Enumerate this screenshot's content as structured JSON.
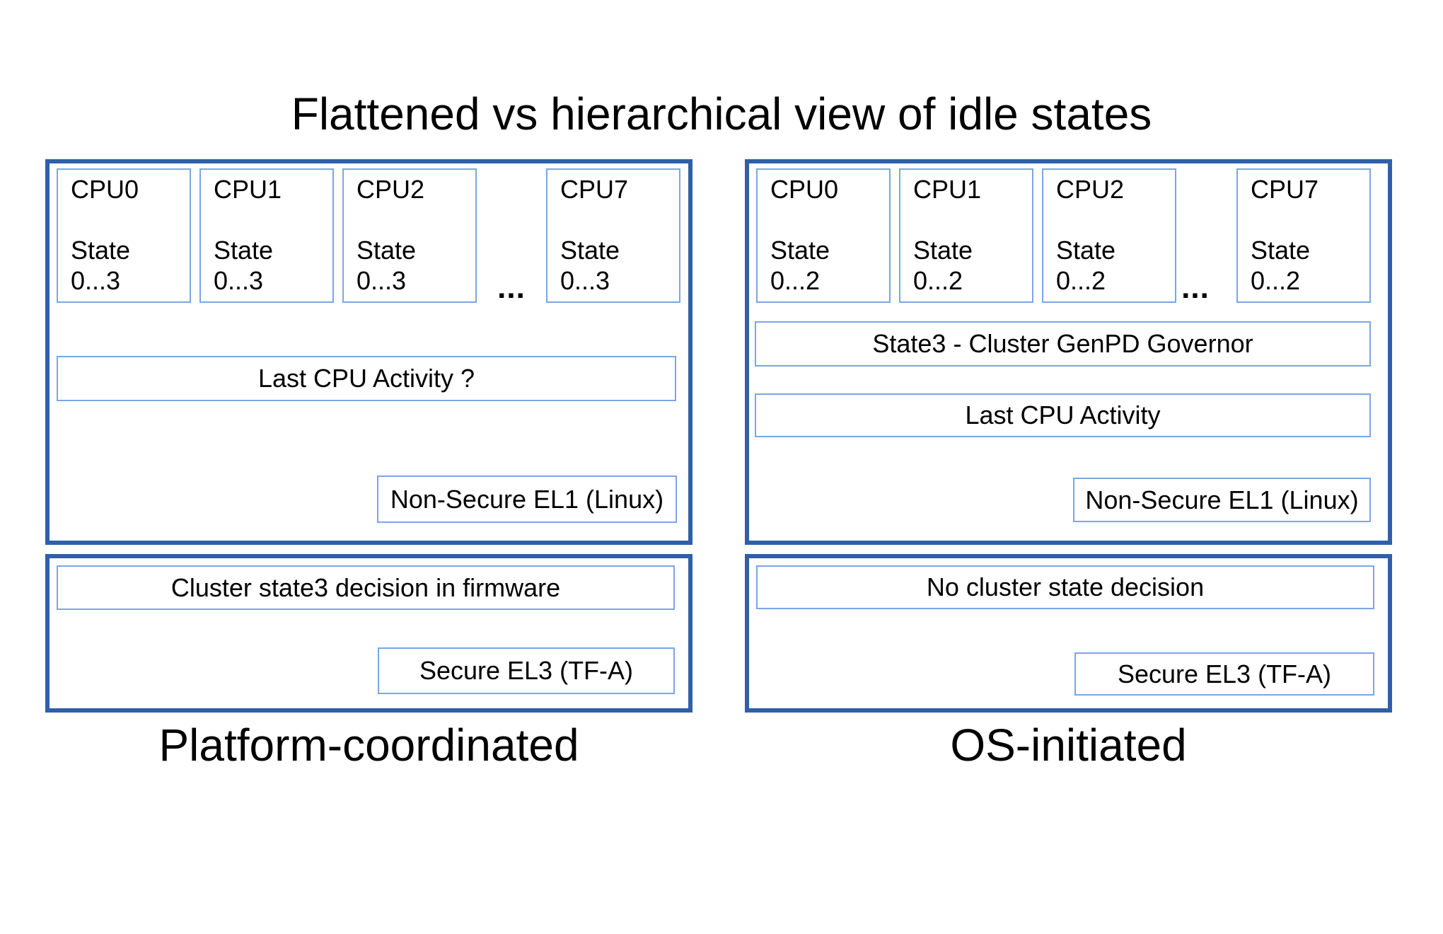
{
  "title": "Flattened vs hierarchical view of idle states",
  "colors": {
    "panel_border": "#2F5FA8",
    "box_border": "#7CA5E5",
    "text": "#000000",
    "background": "#FFFFFF"
  },
  "left": {
    "caption": "Platform-coordinated",
    "cpus": [
      {
        "label": "CPU0",
        "state_word": "State",
        "state_range": "0...3"
      },
      {
        "label": "CPU1",
        "state_word": "State",
        "state_range": "0...3"
      },
      {
        "label": "CPU2",
        "state_word": "State",
        "state_range": "0...3"
      },
      {
        "label": "CPU7",
        "state_word": "State",
        "state_range": "0...3"
      }
    ],
    "ellipsis": "...",
    "activity_label": "Last CPU Activity ?",
    "el1_label": "Non-Secure EL1 (Linux)",
    "firmware_label": "Cluster state3 decision in firmware",
    "el3_label": "Secure EL3 (TF-A)"
  },
  "right": {
    "caption": "OS-initiated",
    "cpus": [
      {
        "label": "CPU0",
        "state_word": "State",
        "state_range": "0...2"
      },
      {
        "label": "CPU1",
        "state_word": "State",
        "state_range": "0...2"
      },
      {
        "label": "CPU2",
        "state_word": "State",
        "state_range": "0...2"
      },
      {
        "label": "CPU7",
        "state_word": "State",
        "state_range": "0...2"
      }
    ],
    "ellipsis": "...",
    "governor_label": "State3 - Cluster GenPD Governor",
    "activity_label": "Last CPU Activity",
    "el1_label": "Non-Secure EL1 (Linux)",
    "decision_label": "No cluster state decision",
    "el3_label": "Secure EL3 (TF-A)"
  }
}
